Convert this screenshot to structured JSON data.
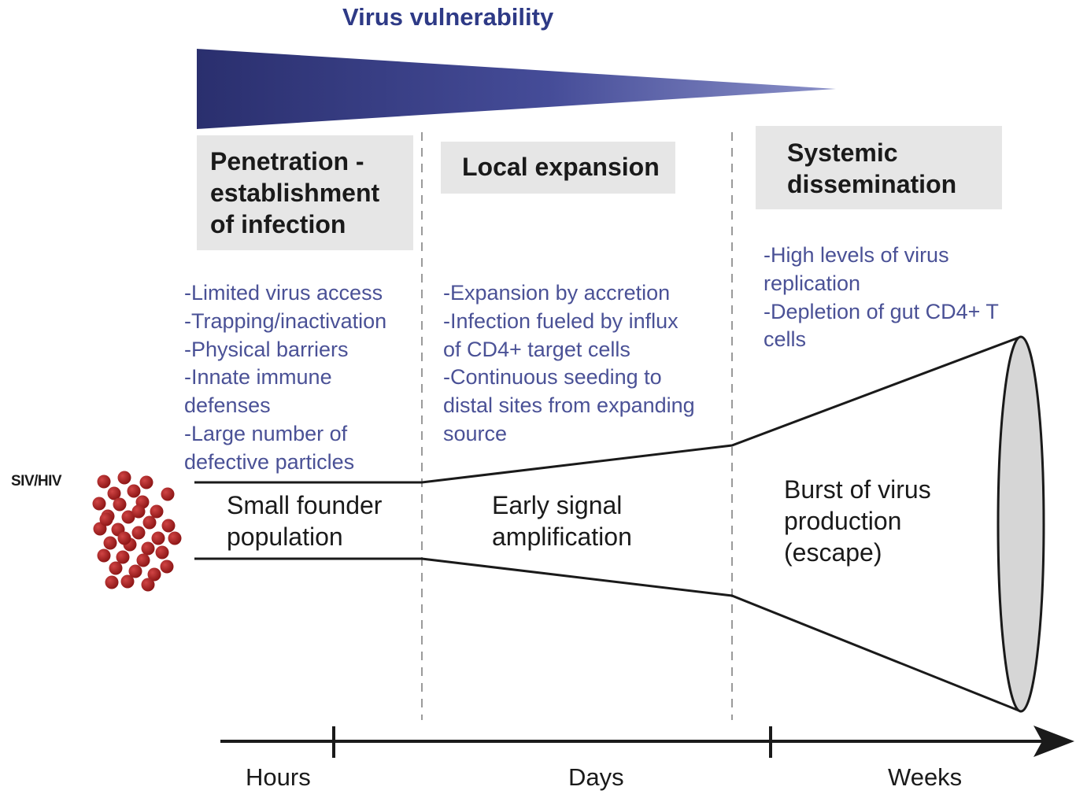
{
  "title": "Virus vulnerability",
  "virus_label": "SIV/HIV",
  "colors": {
    "title": "#2e3a86",
    "notes_text": "#4a5196",
    "wedge_dark": "#2a2f6e",
    "wedge_light": "#8a90c8",
    "box_fill": "#e6e6e6",
    "virus_particle": "#a01c1c",
    "cone_mouth": "#d6d6d6"
  },
  "phases": [
    {
      "heading": "Penetration -\nestablishment\nof infection",
      "notes": "-Limited virus access\n-Trapping/inactivation\n-Physical barriers\n-Innate immune\ndefenses\n-Large number of\ndefective particles",
      "stage": "Small founder\npopulation"
    },
    {
      "heading": "Local expansion",
      "notes": "-Expansion by accretion\n-Infection fueled by influx\nof CD4+ target cells\n-Continuous seeding to\ndistal sites from expanding\nsource",
      "stage": "Early signal\namplification"
    },
    {
      "heading": "Systemic\ndissemination",
      "notes": "-High levels of virus\nreplication\n-Depletion of gut CD4+ T\ncells",
      "stage": "Burst of virus\nproduction\n(escape)"
    }
  ],
  "timeline": [
    "Hours",
    "Days",
    "Weeks"
  ]
}
